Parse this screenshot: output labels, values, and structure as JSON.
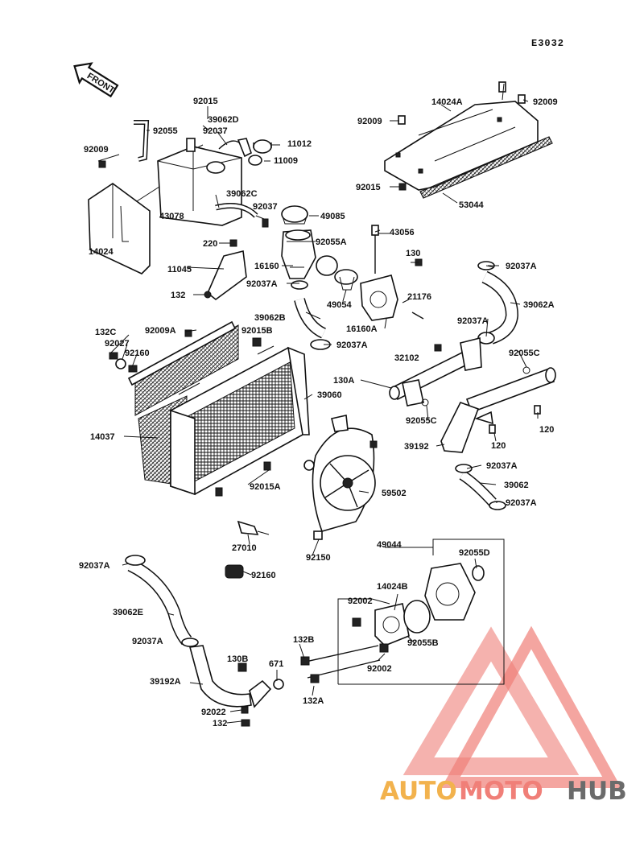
{
  "diagram_code": "E3032",
  "front_label": "FRONT",
  "watermark": {
    "part1": "AUTO",
    "part2": "MOTO",
    "part3": "HUB",
    "color1": "#f2b24d",
    "color2": "#f07f78",
    "color3": "#6b6b6b"
  },
  "labels": [
    {
      "text": "92015"
    },
    {
      "text": "39062D"
    },
    {
      "text": "92037"
    },
    {
      "text": "92055"
    },
    {
      "text": "11012"
    },
    {
      "text": "11009"
    },
    {
      "text": "92009"
    },
    {
      "text": "39062C"
    },
    {
      "text": "43078"
    },
    {
      "text": "92037"
    },
    {
      "text": "49085"
    },
    {
      "text": "14024"
    },
    {
      "text": "220"
    },
    {
      "text": "92055A"
    },
    {
      "text": "11045"
    },
    {
      "text": "16160"
    },
    {
      "text": "92037A"
    },
    {
      "text": "132"
    },
    {
      "text": "49054"
    },
    {
      "text": "14024A"
    },
    {
      "text": "92009"
    },
    {
      "text": "92009"
    },
    {
      "text": "92015"
    },
    {
      "text": "53044"
    },
    {
      "text": "43056"
    },
    {
      "text": "130"
    },
    {
      "text": "92037A"
    },
    {
      "text": "21176"
    },
    {
      "text": "39062A"
    },
    {
      "text": "16160A"
    },
    {
      "text": "39062B"
    },
    {
      "text": "92037A"
    },
    {
      "text": "132C"
    },
    {
      "text": "92009A"
    },
    {
      "text": "92015B"
    },
    {
      "text": "92027"
    },
    {
      "text": "92160"
    },
    {
      "text": "92037A"
    },
    {
      "text": "32102"
    },
    {
      "text": "92055C"
    },
    {
      "text": "130A"
    },
    {
      "text": "39060"
    },
    {
      "text": "92055C"
    },
    {
      "text": "120"
    },
    {
      "text": "14037"
    },
    {
      "text": "39192"
    },
    {
      "text": "120"
    },
    {
      "text": "92037A"
    },
    {
      "text": "92015A"
    },
    {
      "text": "39062"
    },
    {
      "text": "59502"
    },
    {
      "text": "92037A"
    },
    {
      "text": "27010"
    },
    {
      "text": "92150"
    },
    {
      "text": "49044"
    },
    {
      "text": "92037A"
    },
    {
      "text": "92055D"
    },
    {
      "text": "92160"
    },
    {
      "text": "14024B"
    },
    {
      "text": "39062E"
    },
    {
      "text": "92002"
    },
    {
      "text": "92037A"
    },
    {
      "text": "92055B"
    },
    {
      "text": "132B"
    },
    {
      "text": "130B"
    },
    {
      "text": "671"
    },
    {
      "text": "92002"
    },
    {
      "text": "39192A"
    },
    {
      "text": "132A"
    },
    {
      "text": "92022"
    },
    {
      "text": "132"
    }
  ]
}
